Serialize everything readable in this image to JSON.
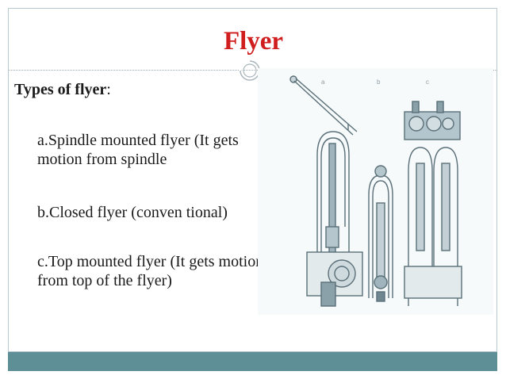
{
  "slide": {
    "title": "Flyer",
    "subheading_bold": "Types of flyer",
    "subheading_rest": ":",
    "items": [
      "a.Spindle mounted flyer (It gets motion from spindle",
      "b.Closed flyer (conven tional)",
      "c.Top mounted flyer (It gets motions from top of the flyer)"
    ]
  },
  "figure": {
    "labels": [
      "a",
      "b",
      "c"
    ]
  },
  "colors": {
    "title": "#d01e1e",
    "footer_bar": "#5f8f96",
    "frame_border": "#b9c8cf"
  }
}
